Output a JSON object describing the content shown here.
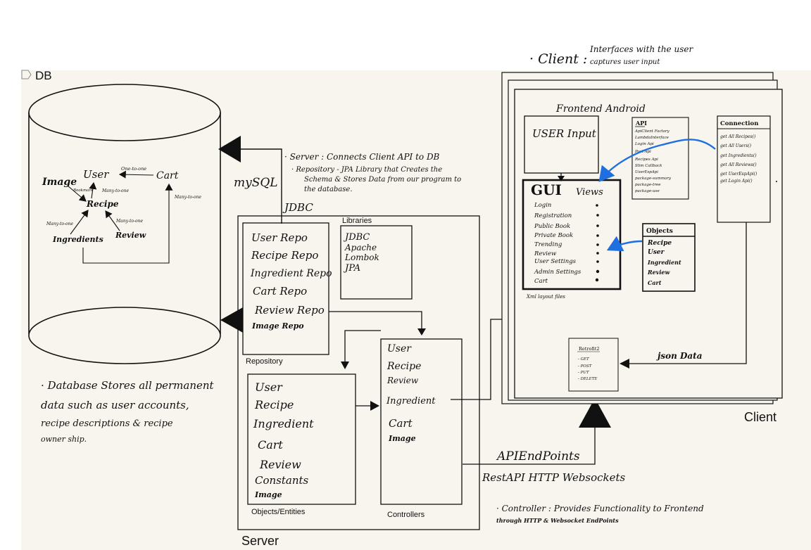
{
  "diagram": {
    "db": {
      "title": "DB",
      "er": {
        "image": "Image",
        "user": "User",
        "cart": "Cart",
        "recipe": "Recipe",
        "ingredients": "Ingredients",
        "review": "Review",
        "one_to_one": "One-to-one",
        "bookmark": "Bookmark",
        "many_to_one_a": "Many-to-one",
        "many_to_one_b": "Many-to-one",
        "many_to_one_c": "Many-to-one",
        "many_to_one_d": "Many-to-one"
      },
      "note_lines": [
        "· Database Stores all permanent",
        "data such as user accounts,",
        "recipe descriptions & recipe",
        "owner ship."
      ]
    },
    "mysql": "mySQL",
    "jdbc": "JDBC",
    "server_note": {
      "line1": "· Server : Connects Client API to DB",
      "line2": "· Repository - JPA Library that Creates the",
      "line3": "Schema & Stores Data from our program to",
      "line4": "the database."
    },
    "server": {
      "label": "Server",
      "repository": {
        "label": "Repository",
        "items": [
          "User Repo",
          "Recipe Repo",
          "Ingredient Repo",
          "Cart Repo",
          "Review Repo",
          "Image Repo"
        ]
      },
      "libraries": {
        "label": "Libraries",
        "items": [
          "JDBC",
          "Apache",
          "Lombok",
          "JPA"
        ]
      },
      "entities": {
        "label": "Objects/Entities",
        "items": [
          "User",
          "Recipe",
          "Ingredient",
          "Cart",
          "Review",
          "Constants",
          "Image"
        ]
      },
      "controllers": {
        "label": "Controllers",
        "items": [
          "User",
          "Recipe",
          "Review",
          "Ingredient",
          "Cart",
          "Image"
        ]
      }
    },
    "api_endpoints": "APIEndPoints",
    "rest_api": "RestAPI  HTTP Websockets",
    "controller_note": {
      "line1": "· Controller : Provides Functionality to Frontend",
      "line2": "through HTTP & Websocket EndPoints"
    },
    "client_note": {
      "heading": "· Client :",
      "line1": "Interfaces with the user",
      "line2": "captures user input"
    },
    "client": {
      "label": "Client",
      "frontend_title": "Frontend Android",
      "user_input": "USER Input",
      "gui": {
        "title": "GUI",
        "sub": "Views",
        "items": [
          "Login",
          "Registration",
          "Public Book",
          "Private Book",
          "Trending",
          "Review",
          "User Settings",
          "Admin Settings",
          "Cart"
        ],
        "xml": "Xml layout files"
      },
      "api": {
        "title": "API",
        "items": [
          "ApiClient Factory",
          "LambdaInterface",
          "Login Api",
          "Post Api",
          "Recipes Api",
          "Slim Callback",
          "UserEspApi",
          "package-summary",
          "package-tree",
          "package-use"
        ]
      },
      "connection": {
        "title": "Connection",
        "items": [
          "get All Recipes()",
          "get All Users()",
          "get Ingredients()",
          "get All Reviews()",
          "get UserEspApi()",
          "get Login Api()"
        ]
      },
      "objects": {
        "title": "Objects",
        "items": [
          "Recipe",
          "User",
          "Ingredient",
          "Review",
          "Cart"
        ]
      },
      "retrofit": {
        "title": "Retrofit2",
        "items": [
          "- GET",
          "- POST",
          "- PUT",
          "- DELETE"
        ]
      },
      "json": "json Data"
    }
  },
  "colors": {
    "canvas": "#f7f5ee",
    "ink": "#111111",
    "accent_blue": "#1e6fe0"
  }
}
